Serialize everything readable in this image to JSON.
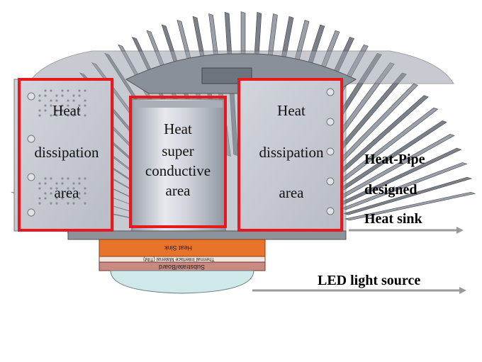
{
  "diagram": {
    "left_zone": {
      "line1": "Heat",
      "line2": "dissipation",
      "line3": "area"
    },
    "center_zone": {
      "line1": "Heat",
      "line2": "super",
      "line3": "conductive",
      "line4": "area"
    },
    "right_zone": {
      "line1": "Heat",
      "line2": "dissipation",
      "line3": "area"
    },
    "annotation_heatsink": {
      "line1": "Heat-Pipe",
      "line2": "designed",
      "line3": "Heat sink"
    },
    "annotation_led": "LED light source",
    "layer_labels": {
      "heat_sink": "Heat Sink",
      "tim": "Thermal Interface Material (TIM)",
      "substrate": "Substrate/Board"
    },
    "colors": {
      "highlight": "#e8191e",
      "heat_sink_layer": "#e8742c",
      "substrate_layer": "#c98a82",
      "lens": "#cfe8ea",
      "fin": "#7f8590",
      "panel": "#c2c6cf",
      "arrow": "#9a9a9a"
    }
  }
}
